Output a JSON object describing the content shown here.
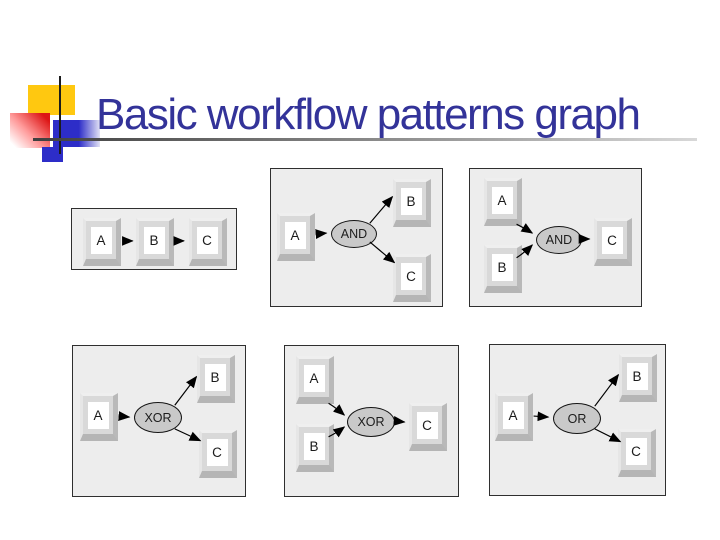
{
  "slide": {
    "title": "Basic workflow patterns graph",
    "colors": {
      "title": "#333399",
      "panel_background": "#ededed",
      "panel_border": "#2f2f2f",
      "gateway_fill": "#c9c9c9",
      "arrow": "#000000",
      "decoration_yellow": "#ffc810",
      "decoration_red": "#dd1515",
      "decoration_blue": "#2d2dc8"
    }
  },
  "panels": [
    {
      "id": "sequence",
      "nodes": [
        {
          "label": "A"
        },
        {
          "label": "B"
        },
        {
          "label": "C"
        }
      ]
    },
    {
      "id": "and-split",
      "gateway": "AND",
      "nodes": [
        {
          "label": "A"
        },
        {
          "label": "B"
        },
        {
          "label": "C"
        }
      ]
    },
    {
      "id": "and-join",
      "gateway": "AND",
      "nodes": [
        {
          "label": "A"
        },
        {
          "label": "B"
        },
        {
          "label": "C"
        }
      ]
    },
    {
      "id": "xor-split",
      "gateway": "XOR",
      "nodes": [
        {
          "label": "A"
        },
        {
          "label": "B"
        },
        {
          "label": "C"
        }
      ]
    },
    {
      "id": "xor-join",
      "gateway": "XOR",
      "nodes": [
        {
          "label": "A"
        },
        {
          "label": "B"
        },
        {
          "label": "C"
        }
      ]
    },
    {
      "id": "or-split",
      "gateway": "OR",
      "nodes": [
        {
          "label": "A"
        },
        {
          "label": "B"
        },
        {
          "label": "C"
        }
      ]
    }
  ]
}
